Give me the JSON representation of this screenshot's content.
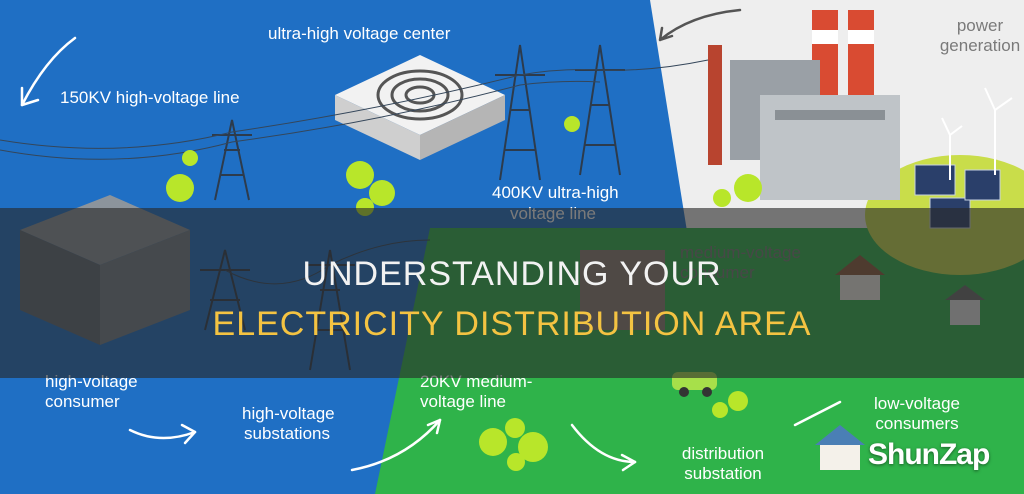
{
  "labels": {
    "ultra_high_center": "ultra-high voltage center",
    "power_generation_l1": "power",
    "power_generation_l2": "generation",
    "hv_line_150": "150KV high-voltage line",
    "uhv_line_l1": "400KV ultra-high",
    "uhv_line_l2": "voltage line",
    "medium_consumer_l1": "medium-voltage",
    "medium_consumer_l2": "consumer",
    "hv_consumer_l1": "high-voltage",
    "hv_consumer_l2": "consumer",
    "hv_substations_l1": "high-voltage",
    "hv_substations_l2": "substations",
    "mv_line_l1": "20KV medium-",
    "mv_line_l2": "voltage line",
    "lv_consumers_l1": "low-voltage",
    "lv_consumers_l2": "consumers",
    "dist_substation_l1": "distribution",
    "dist_substation_l2": "substation"
  },
  "banner": {
    "line1": "UNDERSTANDING YOUR",
    "line2": "ELECTRICITY DISTRIBUTION AREA"
  },
  "brand": {
    "logo": "ShunZap"
  },
  "colors": {
    "blue_bg": "#1f6fc4",
    "green_bg": "#2fb34a",
    "gray_bg": "#efefef",
    "title_accent": "#f4c342"
  }
}
